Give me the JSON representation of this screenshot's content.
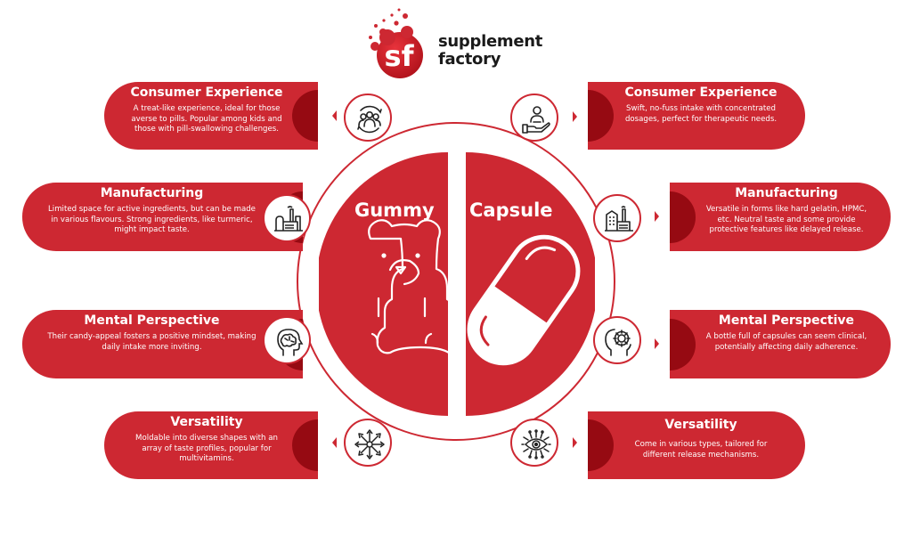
{
  "brand": {
    "name_line1": "supplement",
    "name_line2": "factory",
    "monogram": "sf",
    "colors": {
      "primary": "#cd2832",
      "dark": "#960a12",
      "text": "#1a1a1a"
    }
  },
  "center": {
    "left_label": "Gummy",
    "right_label": "Capsule"
  },
  "gummy": {
    "items": [
      {
        "title": "Consumer Experience",
        "text": "A treat-like experience, ideal for those averse to pills. Popular among kids and those with pill-swallowing challenges.",
        "icon": "people-cycle-icon"
      },
      {
        "title": "Manufacturing",
        "text": "Limited space for active ingredients, but can be made in various flavours. Strong ingredients, like turmeric, might impact taste.",
        "icon": "factory-icon"
      },
      {
        "title": "Mental Perspective",
        "text": "Their candy-appeal fosters a positive mindset, making daily intake more inviting.",
        "icon": "brain-head-icon"
      },
      {
        "title": "Versatility",
        "text": "Moldable into diverse shapes with an array of taste profiles, popular for multivitamins.",
        "icon": "radiating-arrows-icon"
      }
    ]
  },
  "capsule": {
    "items": [
      {
        "title": "Consumer Experience",
        "text": "Swift, no-fuss intake with concentrated dosages, perfect for therapeutic needs.",
        "icon": "hand-person-icon"
      },
      {
        "title": "Manufacturing",
        "text": "Versatile in forms like hard gelatin, HPMC, etc. Neutral taste and some provide protective features like delayed release.",
        "icon": "factory-icon"
      },
      {
        "title": "Mental Perspective",
        "text": "A bottle full of capsules can seem clinical, potentially affecting daily adherence.",
        "icon": "gear-head-icon"
      },
      {
        "title": "Versatility",
        "text": "Come in various types, tailored for different release mechanisms.",
        "icon": "circuit-eye-icon"
      }
    ]
  }
}
